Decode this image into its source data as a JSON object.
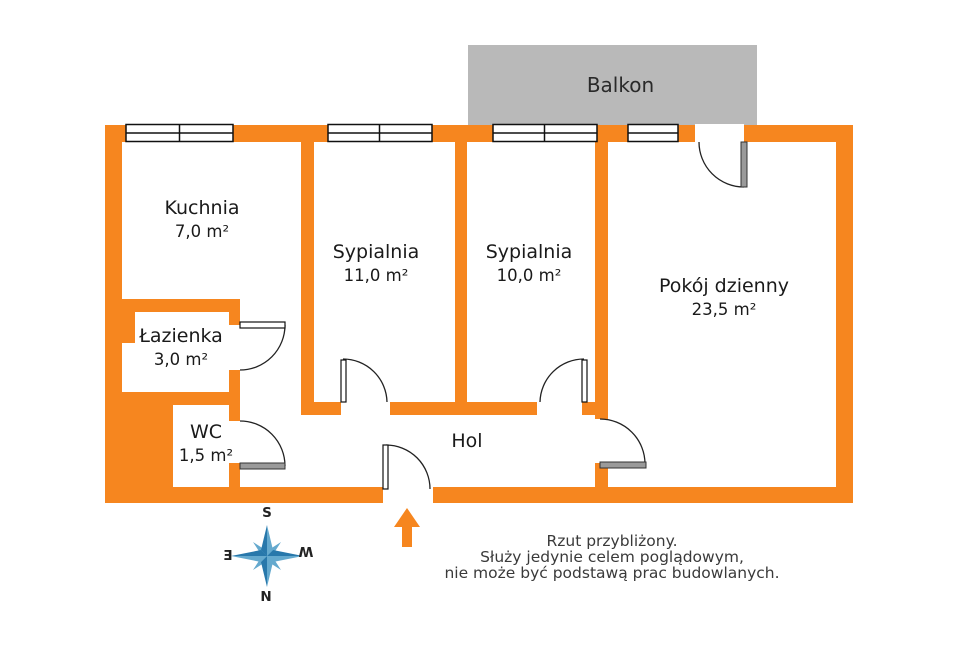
{
  "plan": {
    "balcony_label": "Balkon",
    "rooms": {
      "kuchnia": {
        "name": "Kuchnia",
        "area": "7,0 m²"
      },
      "sypialnia_a": {
        "name": "Sypialnia",
        "area": "11,0 m²"
      },
      "sypialnia_b": {
        "name": "Sypialnia",
        "area": "10,0 m²"
      },
      "pokoj_dzienny": {
        "name": "Pokój dzienny",
        "area": "23,5 m²"
      },
      "lazienka": {
        "name": "Łazienka",
        "area": "3,0 m²"
      },
      "wc": {
        "name": "WC",
        "area": "1,5 m²"
      },
      "hol": {
        "name": "Hol"
      }
    }
  },
  "compass": {
    "north": "N",
    "south": "S",
    "east": "E",
    "west": "W"
  },
  "disclaimer": {
    "line1": "Rzut przybliżony.",
    "line2": "Służy jedynie celem poglądowym,",
    "line3": "nie może być podstawą prac budowlanych."
  },
  "colors": {
    "wall": "#F6861F",
    "balcony-fill": "#B9B9B9",
    "compass-dark": "#2878AB",
    "compass-light": "#64A9CE",
    "text-primary": "#1A1A1A",
    "text-footer": "#3A3A3A"
  }
}
